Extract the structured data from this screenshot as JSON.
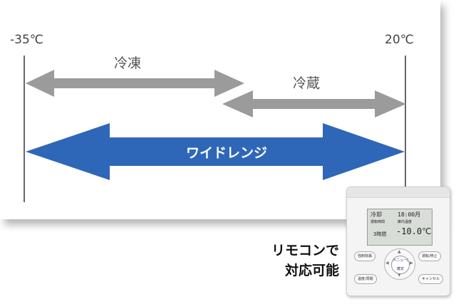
{
  "diagram": {
    "temp_min": "-35℃",
    "temp_max": "20℃",
    "freeze_label": "冷凍",
    "refrigerate_label": "冷蔵",
    "wide_range_label": "ワイドレンジ",
    "colors": {
      "gray_arrow": "#9b9b9b",
      "blue_arrow": "#2f67b8",
      "line": "#666666"
    }
  },
  "caption": {
    "line1": "リモコンで",
    "line2": "対応可能"
  },
  "remote": {
    "lcd_mode": "冷却",
    "lcd_time": "18:00月",
    "lcd_sub1": "運転時間",
    "lcd_sub2": "庫内温度",
    "lcd_hours": "3時間",
    "lcd_setpoint": "-10.0℃",
    "btn_defrost": "強制除霜",
    "btn_run_stop": "運転/停止",
    "btn_menu": "メニュー/確定",
    "btn_temp": "温度/周期",
    "btn_cancel": "キャンセル"
  }
}
